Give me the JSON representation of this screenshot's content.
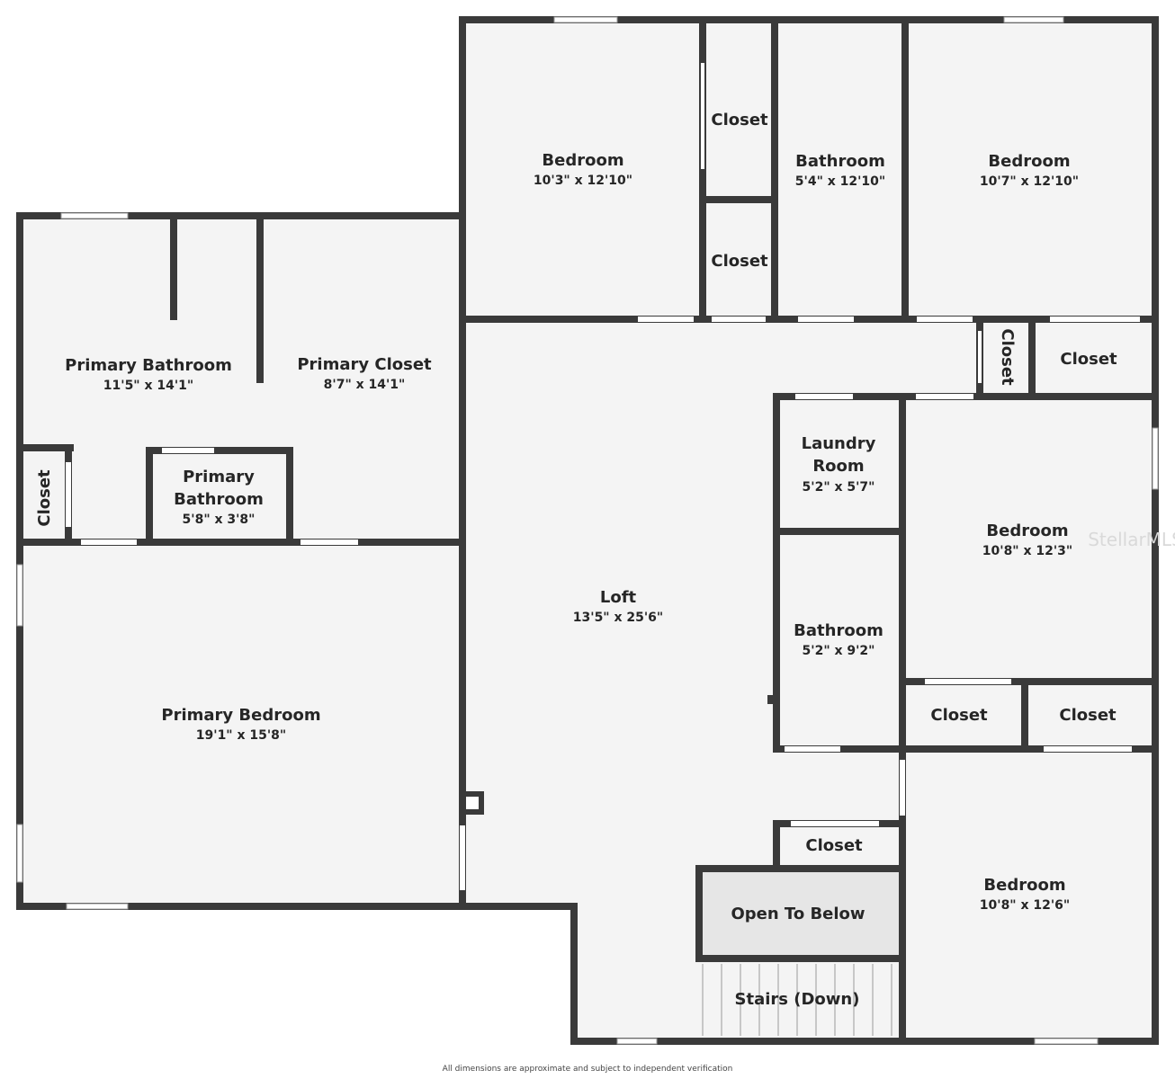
{
  "rooms": {
    "bedroom_1": {
      "name": "Bedroom",
      "dims": "10'3\" x 12'10\""
    },
    "closet_top_1": {
      "name": "Closet"
    },
    "closet_top_2": {
      "name": "Closet"
    },
    "bathroom_top": {
      "name": "Bathroom",
      "dims": "5'4\" x 12'10\""
    },
    "bedroom_2": {
      "name": "Bedroom",
      "dims": "10'7\" x 12'10\""
    },
    "closet_vertical_mid": {
      "name": "Closet"
    },
    "closet_mid_right": {
      "name": "Closet"
    },
    "primary_bathroom": {
      "name": "Primary Bathroom",
      "dims": "11'5\" x 14'1\""
    },
    "primary_closet": {
      "name": "Primary Closet",
      "dims": "8'7\" x 14'1\""
    },
    "closet_left": {
      "name": "Closet"
    },
    "primary_bathroom_small": {
      "name_line1": "Primary",
      "name_line2": "Bathroom",
      "dims": "5'8\" x 3'8\""
    },
    "laundry": {
      "name_line1": "Laundry",
      "name_line2": "Room",
      "dims": "5'2\" x 5'7\""
    },
    "bedroom_3": {
      "name": "Bedroom",
      "dims": "10'8\" x 12'3\""
    },
    "loft": {
      "name": "Loft",
      "dims": "13'5\" x 25'6\""
    },
    "bathroom_mid": {
      "name": "Bathroom",
      "dims": "5'2\" x 9'2\""
    },
    "closet_lower_1": {
      "name": "Closet"
    },
    "closet_lower_2": {
      "name": "Closet"
    },
    "primary_bedroom": {
      "name": "Primary Bedroom",
      "dims": "19'1\" x 15'8\""
    },
    "closet_stairs": {
      "name": "Closet"
    },
    "open_to_below": {
      "name": "Open To Below"
    },
    "bedroom_4": {
      "name": "Bedroom",
      "dims": "10'8\" x 12'6\""
    },
    "stairs": {
      "name": "Stairs (Down)"
    }
  },
  "watermark": "StellarMLS",
  "footer": "All dimensions are approximate and subject to independent verification",
  "colors": {
    "wall": "#3a3a3a",
    "floor": "#f4f4f4",
    "open_to_below": "#e6e6e6"
  }
}
